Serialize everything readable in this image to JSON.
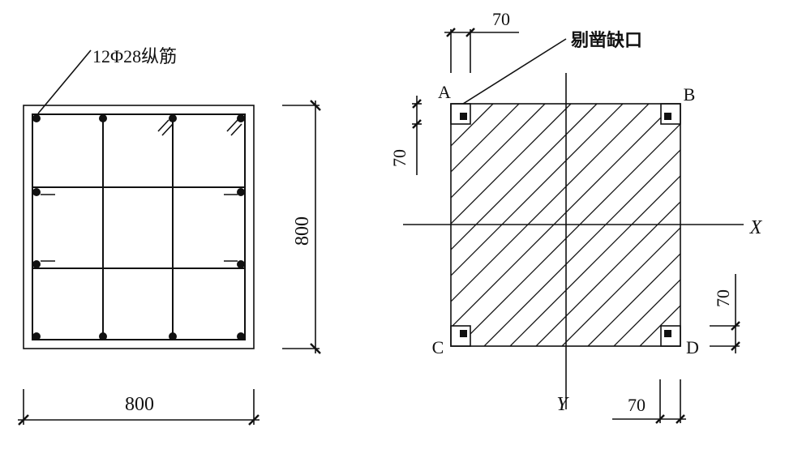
{
  "left_section": {
    "rebar_label": "12Φ28纵筋",
    "height_dim": "800",
    "width_dim": "800"
  },
  "right_section": {
    "notch_label": "剔凿缺口",
    "corners": {
      "a": "A",
      "b": "B",
      "c": "C",
      "d": "D"
    },
    "axis_x": "X",
    "axis_y": "Y",
    "dim_top": "70",
    "dim_left": "70",
    "dim_right": "70",
    "dim_bottom": "70"
  }
}
